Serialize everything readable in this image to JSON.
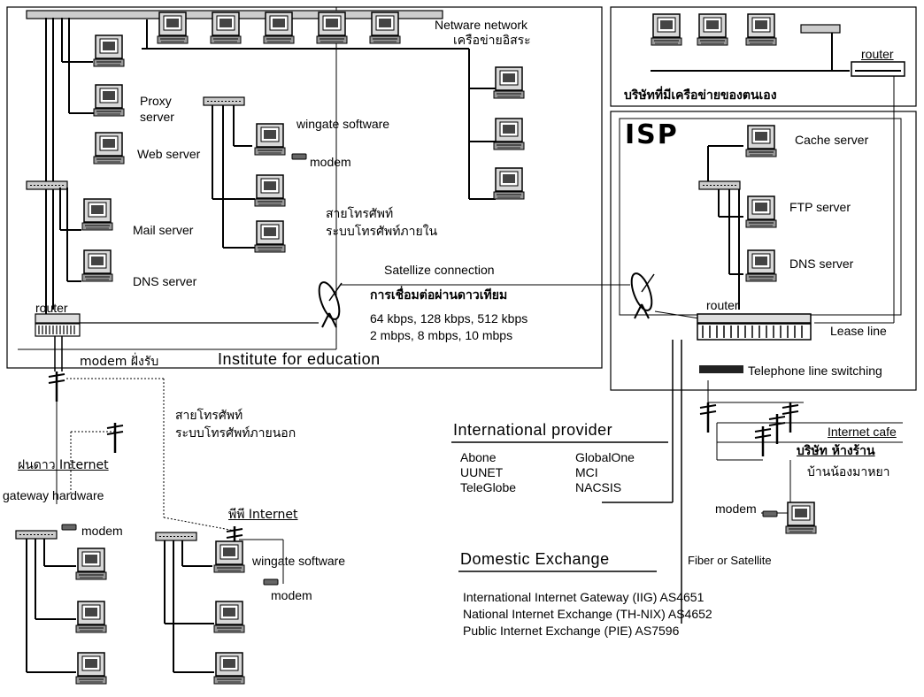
{
  "labels": {
    "netware": "Netware network",
    "netware_th": "เครือข่ายอิสระ",
    "company_own": "บริษัทที่มีเครือข่ายของตนเอง",
    "router_top": "router",
    "isp": "ISP",
    "cache_server": "Cache server",
    "ftp_server": "FTP server",
    "dns_server_isp": "DNS server",
    "router_isp": "router",
    "lease_line": "Lease line",
    "tel_switching": "Telephone line switching",
    "proxy_1": "Proxy",
    "proxy_2": "server",
    "web_server": "Web server",
    "mail_server": "Mail server",
    "dns_server": "DNS server",
    "wingate_top": "wingate software",
    "modem_top": "modem",
    "phone_internal_1": "สายโทรศัพท์",
    "phone_internal_2": "ระบบโทรศัพท์ภายใน",
    "sat_connection": "Satellize connection",
    "sat_th": "การเชื่อมต่อผ่านดาวเทียม",
    "speeds_1": "64 kbps, 128 kbps, 512 kbps",
    "speeds_2": "2 mbps, 8 mbps, 10 mbps",
    "router_left": "router",
    "modem_receive": "modem ฝั่งรับ",
    "institute": "Institute for education",
    "phone_external_1": "สายโทรศัพท์",
    "phone_external_2": "ระบบโทรศัพท์ภายนอก",
    "fandao": "ฝนดาว Internet",
    "gateway_hw": "gateway hardware",
    "modem_left": "modem",
    "pp_internet": "พีพี Internet",
    "wingate_bottom": "wingate software",
    "modem_bottom": "modem",
    "intl_provider": "International provider",
    "domestic_exchange": "Domestic Exchange",
    "fiber_sat": "Fiber or Satellite",
    "internet_cafe": "Internet cafe",
    "company_shop": "บริษัท ห้างร้าน",
    "home": "บ้านน้องมาหยา",
    "modem_home": "modem"
  },
  "providers": [
    [
      "Abone",
      "GlobalOne"
    ],
    [
      "UUNET",
      "MCI"
    ],
    [
      "TeleGlobe",
      "NACSIS"
    ]
  ],
  "exchanges": [
    "International Internet Gateway (IIG) AS4651",
    "National Internet Exchange (TH-NIX) AS4652",
    "Public Internet Exchange (PIE) AS7596"
  ],
  "icons": {
    "computer": "computer-icon",
    "hub": "hub-icon",
    "router": "router-icon",
    "dish": "satellite-dish-icon",
    "pole": "telephone-pole-icon",
    "modem": "modem-icon"
  }
}
